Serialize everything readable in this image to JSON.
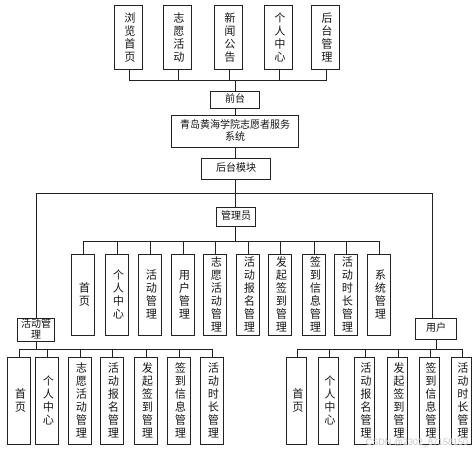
{
  "diagram": {
    "front_modules": [
      "浏览首页",
      "志愿活动",
      "新闻公告",
      "个人中心",
      "后台管理"
    ],
    "front_label": "前台",
    "system_title": "青岛黄海学院志愿者服务系统",
    "backend_label": "后台模块",
    "admin_label": "管理员",
    "admin_modules": [
      "首页",
      "个人中心",
      "活动管理",
      "用户管理",
      "志愿活动管理",
      "活动报名管理",
      "发起签到管理",
      "签到信息管理",
      "活动时长管理",
      "系统管理"
    ],
    "activity_admin_label": "活动管理",
    "activity_admin_modules": [
      "首页",
      "个人中心",
      "志愿活动管理",
      "活动报名管理",
      "发起签到管理",
      "签到信息管理",
      "活动时长管理"
    ],
    "user_label": "用户",
    "user_modules": [
      "首页",
      "个人中心",
      "活动报名管理",
      "发起签到管理",
      "签到信息管理",
      "活动时长管理"
    ]
  },
  "watermark": "CSDN @2302_87158150"
}
